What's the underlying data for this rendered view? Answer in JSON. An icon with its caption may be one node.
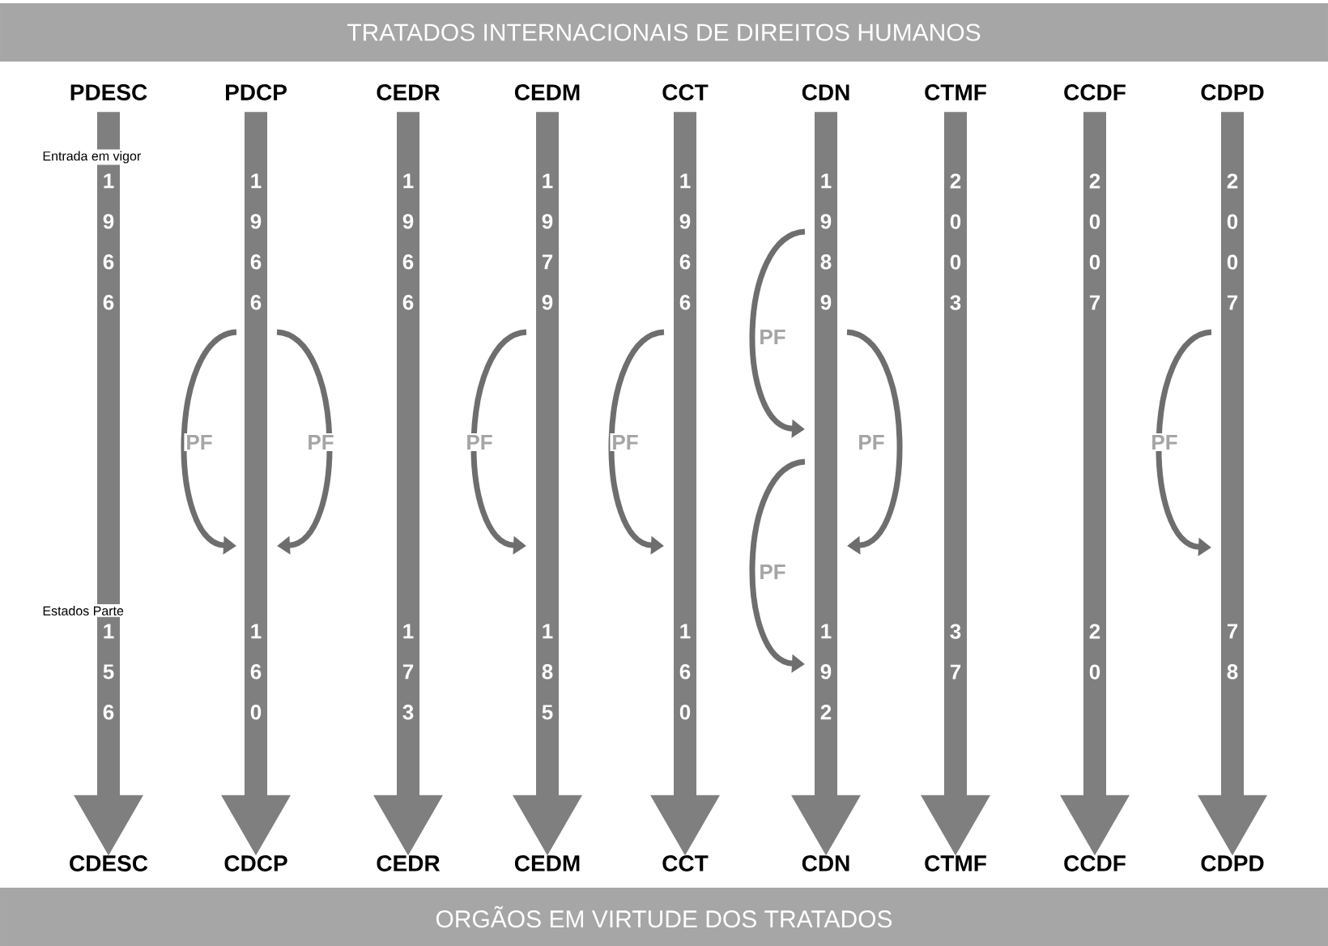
{
  "diagram": {
    "nodes": [
      {
        "text": [
          "TRATADOS INTERNACIONAIS DE DIREITOS HUMANOS"
        ]
      },
      {
        "text": [
          "PDESC"
        ]
      },
      {
        "text": [
          "PDCP"
        ]
      },
      {
        "text": [
          "CEDR"
        ]
      },
      {
        "text": [
          "CEDM"
        ]
      },
      {
        "text": [
          "CCT"
        ]
      },
      {
        "text": [
          "CDN"
        ]
      },
      {
        "text": [
          "CTMF"
        ]
      },
      {
        "text": [
          "CCDF"
        ]
      },
      {
        "text": [
          "CDPD"
        ]
      },
      {
        "text": [
          "CDESC"
        ]
      },
      {
        "text": [
          "CDCP"
        ]
      },
      {
        "text": [
          "CEDR"
        ]
      },
      {
        "text": [
          "CEDM"
        ]
      },
      {
        "text": [
          "CCT"
        ]
      },
      {
        "text": [
          "CDN"
        ]
      },
      {
        "text": [
          "CTMF"
        ]
      },
      {
        "text": [
          "CCDF"
        ]
      },
      {
        "text": [
          "CDPD"
        ]
      },
      {
        "text": [
          "ORGÃOS EM VIRTUDE DOS TRATADOS"
        ]
      }
    ],
    "edges": [
      {
        "from": 1,
        "to": 10,
        "arrow": "to"
      },
      {
        "from": 2,
        "to": 11,
        "arrow": "to"
      },
      {
        "from": 3,
        "to": 12,
        "arrow": "to"
      },
      {
        "from": 4,
        "to": 13,
        "arrow": "to"
      },
      {
        "from": 5,
        "to": 14,
        "arrow": "to"
      },
      {
        "from": 6,
        "to": 15,
        "arrow": "to"
      },
      {
        "from": 7,
        "to": 16,
        "arrow": "to"
      },
      {
        "from": 8,
        "to": 17,
        "arrow": "to"
      },
      {
        "from": 9,
        "to": 18,
        "arrow": "to"
      }
    ],
    "labels": [
      "Entrada em vigor",
      "Estados Parte",
      "1966",
      "1966",
      "1966",
      "1979",
      "1966",
      "1989",
      "2003",
      "2007",
      "2007",
      "156",
      "160",
      "173",
      "185",
      "160",
      "192",
      "37",
      "20",
      "78",
      "PF",
      "PF",
      "PF",
      "PF",
      "PF",
      "PF",
      "PF",
      "PF"
    ]
  }
}
